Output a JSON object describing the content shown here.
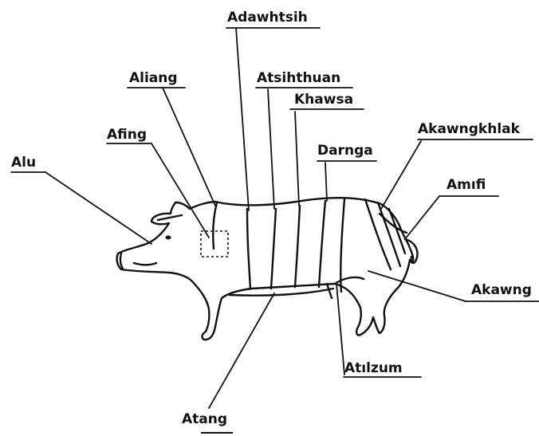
{
  "labels": {
    "alu": "Alu",
    "afing": "Afing",
    "aliang": "Aliang",
    "adawhtsih": "Adawhtsih",
    "atsihthuan": "Atsihthuan",
    "khawsa": "Khawsa",
    "darnga": "Darnga",
    "akawngkhlak": "Akawngkhlak",
    "amifi": "Amıfi",
    "akawng": "Akawng",
    "atilzum": "Atılzum",
    "atang": "Atang"
  },
  "colors": {
    "ink": "#111111",
    "background": "#ffffff"
  }
}
